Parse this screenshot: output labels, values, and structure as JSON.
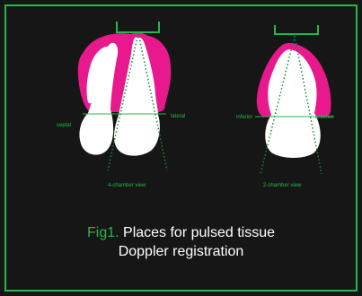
{
  "labels": {
    "left_view": "4-chamber view",
    "right_view": "2-chamber view",
    "septal": "septal",
    "lateral": "lateral",
    "inferior": "inferior",
    "anterior": "anterior"
  },
  "caption": {
    "fig": "Fig1.",
    "line1": "Places for pulsed tissue",
    "line2": "Doppler registration"
  },
  "colors": {
    "background": "#161616",
    "accent_green": "#22b84a",
    "myocardium_magenta": "#e8198c",
    "cavity_white": "#ffffff"
  }
}
